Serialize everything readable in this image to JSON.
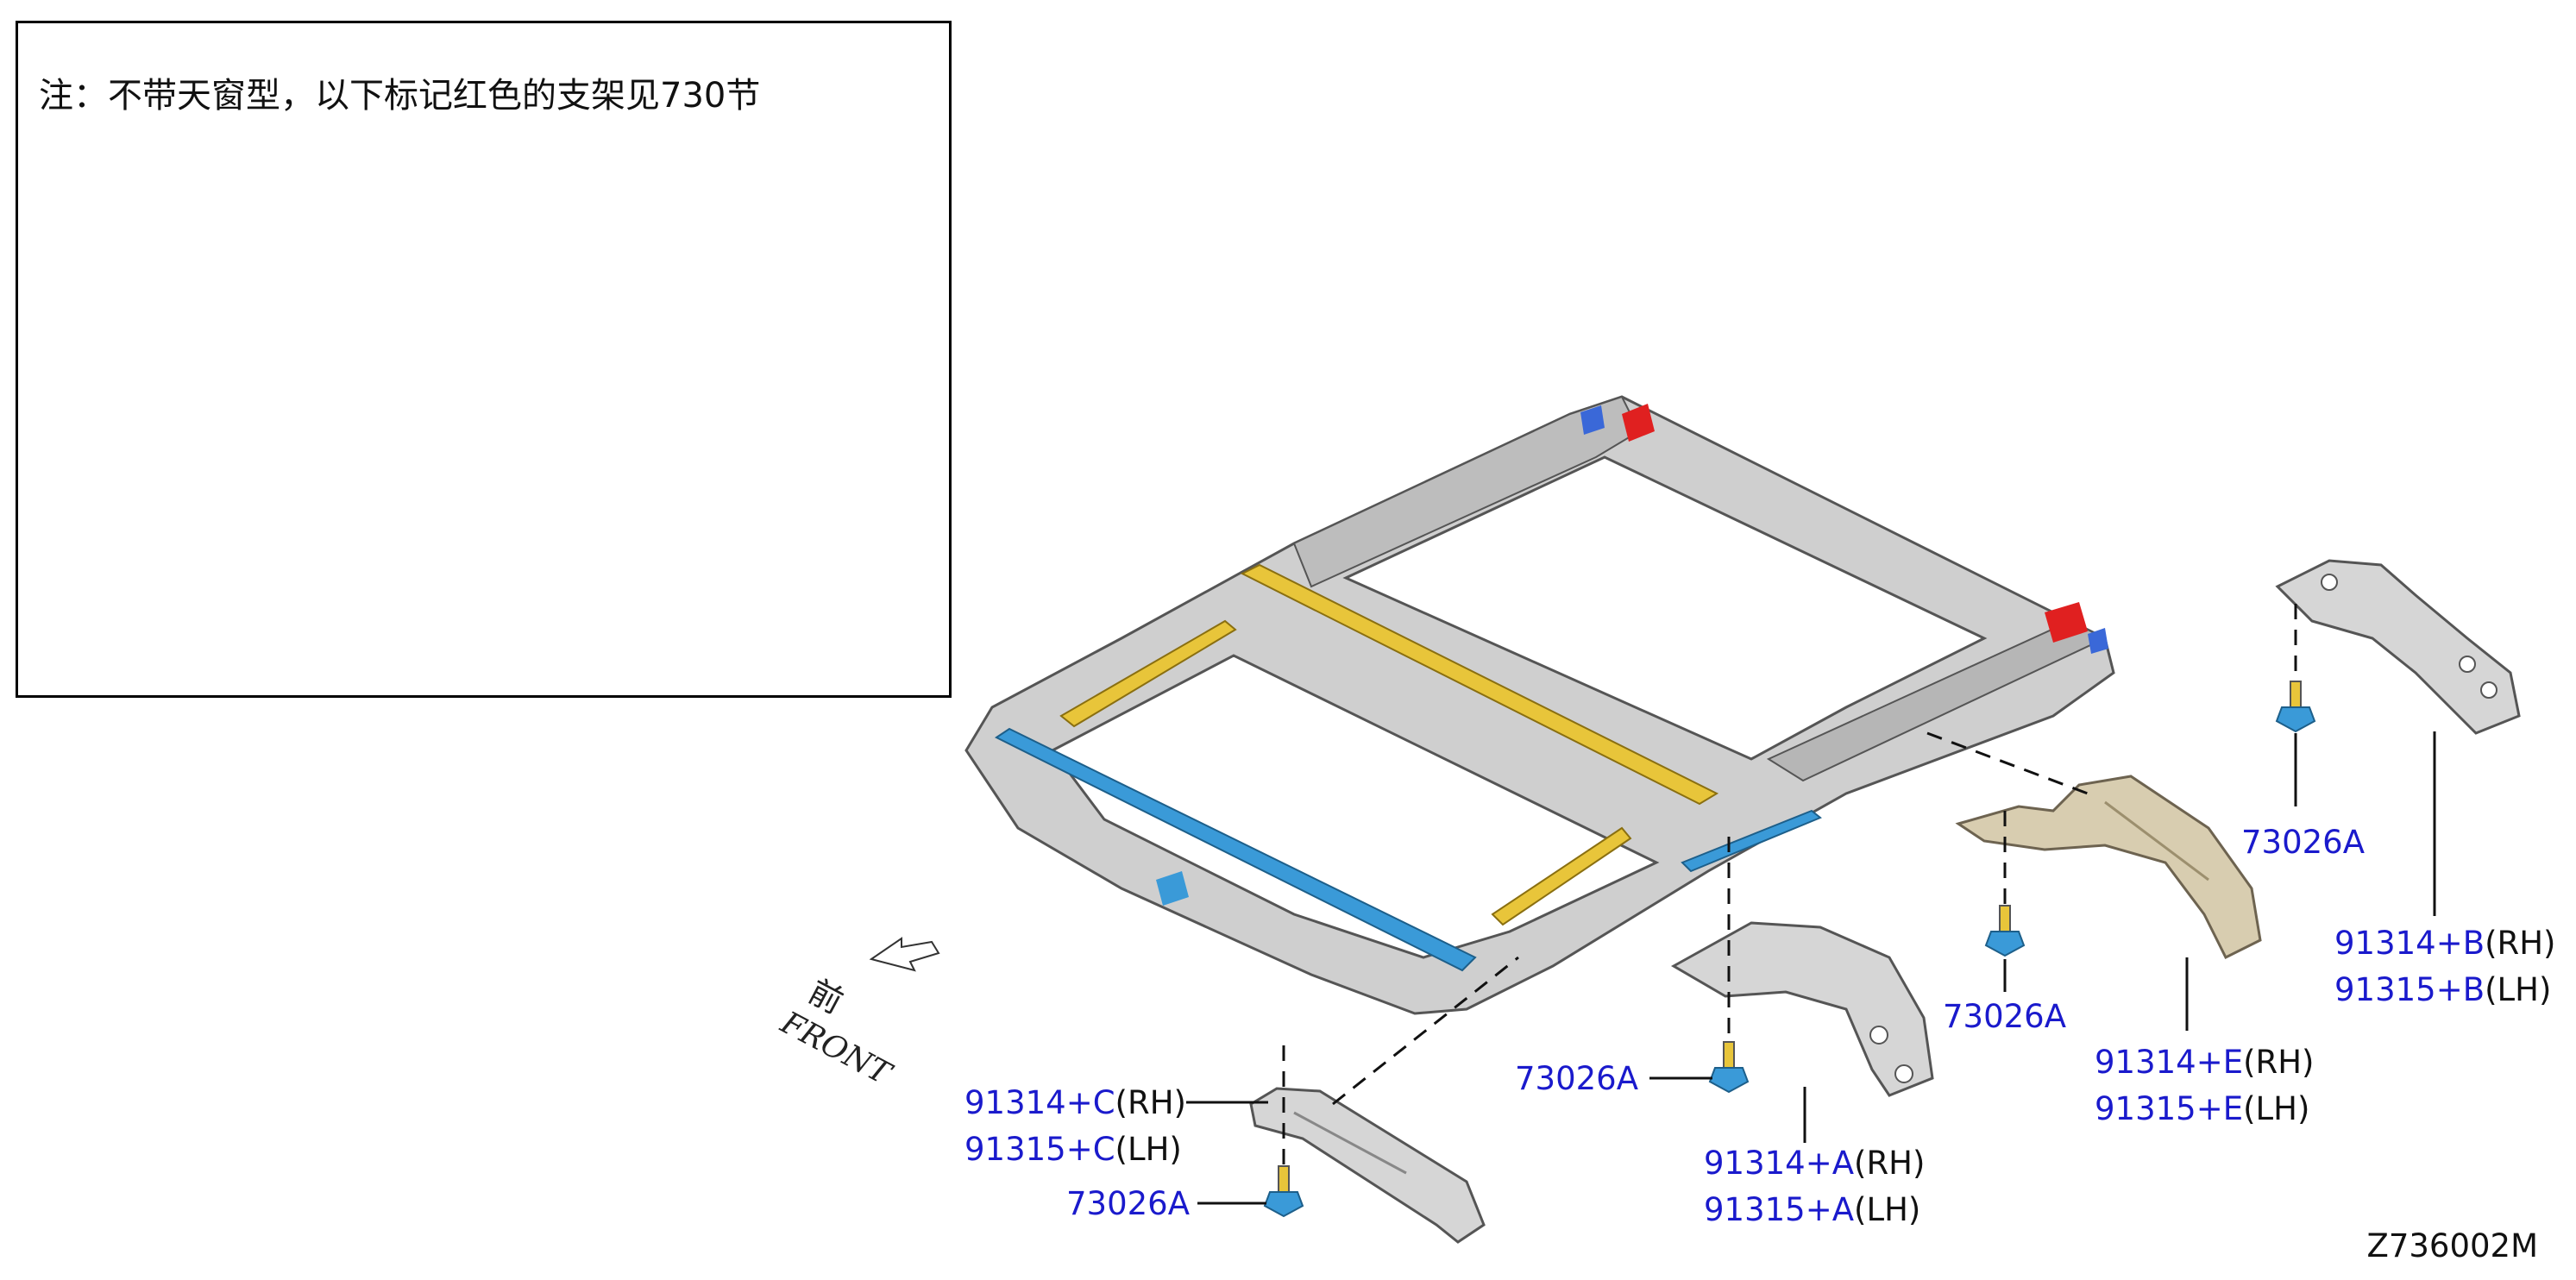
{
  "inset": {
    "note": "注：不带天窗型，以下标记红色的支架见730节"
  },
  "direction": {
    "cn": "前",
    "en": "FRONT"
  },
  "parts": [
    {
      "id": "c",
      "pn_rh": "91314+C",
      "rh": "(RH)",
      "pn_lh": "91315+C",
      "lh": "(LH)",
      "bolt": "73026A"
    },
    {
      "id": "a",
      "pn_rh": "91314+A",
      "rh": "(RH)",
      "pn_lh": "91315+A",
      "lh": "(LH)",
      "bolt": "73026A"
    },
    {
      "id": "e",
      "pn_rh": "91314+E",
      "rh": "(RH)",
      "pn_lh": "91315+E",
      "lh": "(LH)",
      "bolt": "73026A"
    },
    {
      "id": "b",
      "pn_rh": "91314+B",
      "rh": "(RH)",
      "pn_lh": "91315+B",
      "lh": "(LH)",
      "bolt": "73026A"
    }
  ],
  "drawing_code": "Z736002M",
  "colors": {
    "label_blue": "#1a1acc",
    "highlight_red": "#e02020",
    "rail_blue": "#3a9ad8",
    "seal_yellow": "#e8c53a",
    "frame_gray": "#c8c8c8",
    "bracket_beige": "#d8cdb0"
  }
}
